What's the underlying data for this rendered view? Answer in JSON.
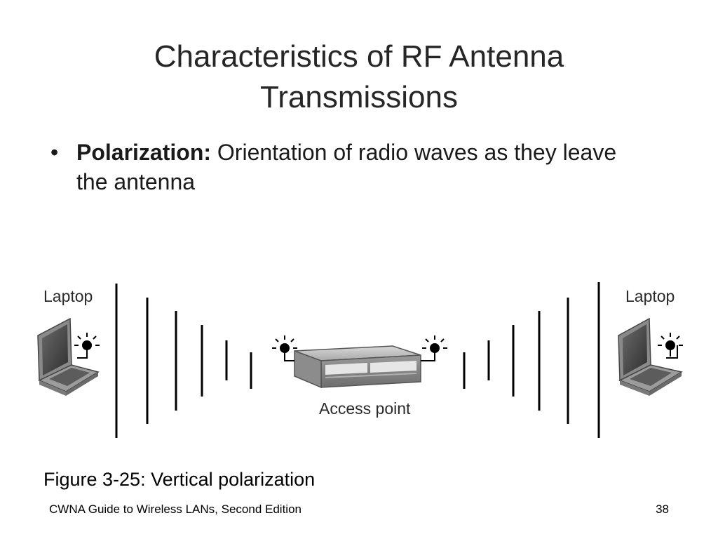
{
  "slide": {
    "title": "Characteristics of RF Antenna Transmissions",
    "bullet": {
      "marker": "•",
      "term": "Polarization:",
      "text": "Orientation of radio waves as they leave the antenna"
    }
  },
  "figure": {
    "left_label": "Laptop",
    "right_label": "Laptop",
    "center_label": "Access point",
    "caption": "Figure 3-25: Vertical polarization"
  },
  "footer": {
    "text": "CWNA Guide to Wireless LANs, Second Edition",
    "page_number": "38"
  }
}
